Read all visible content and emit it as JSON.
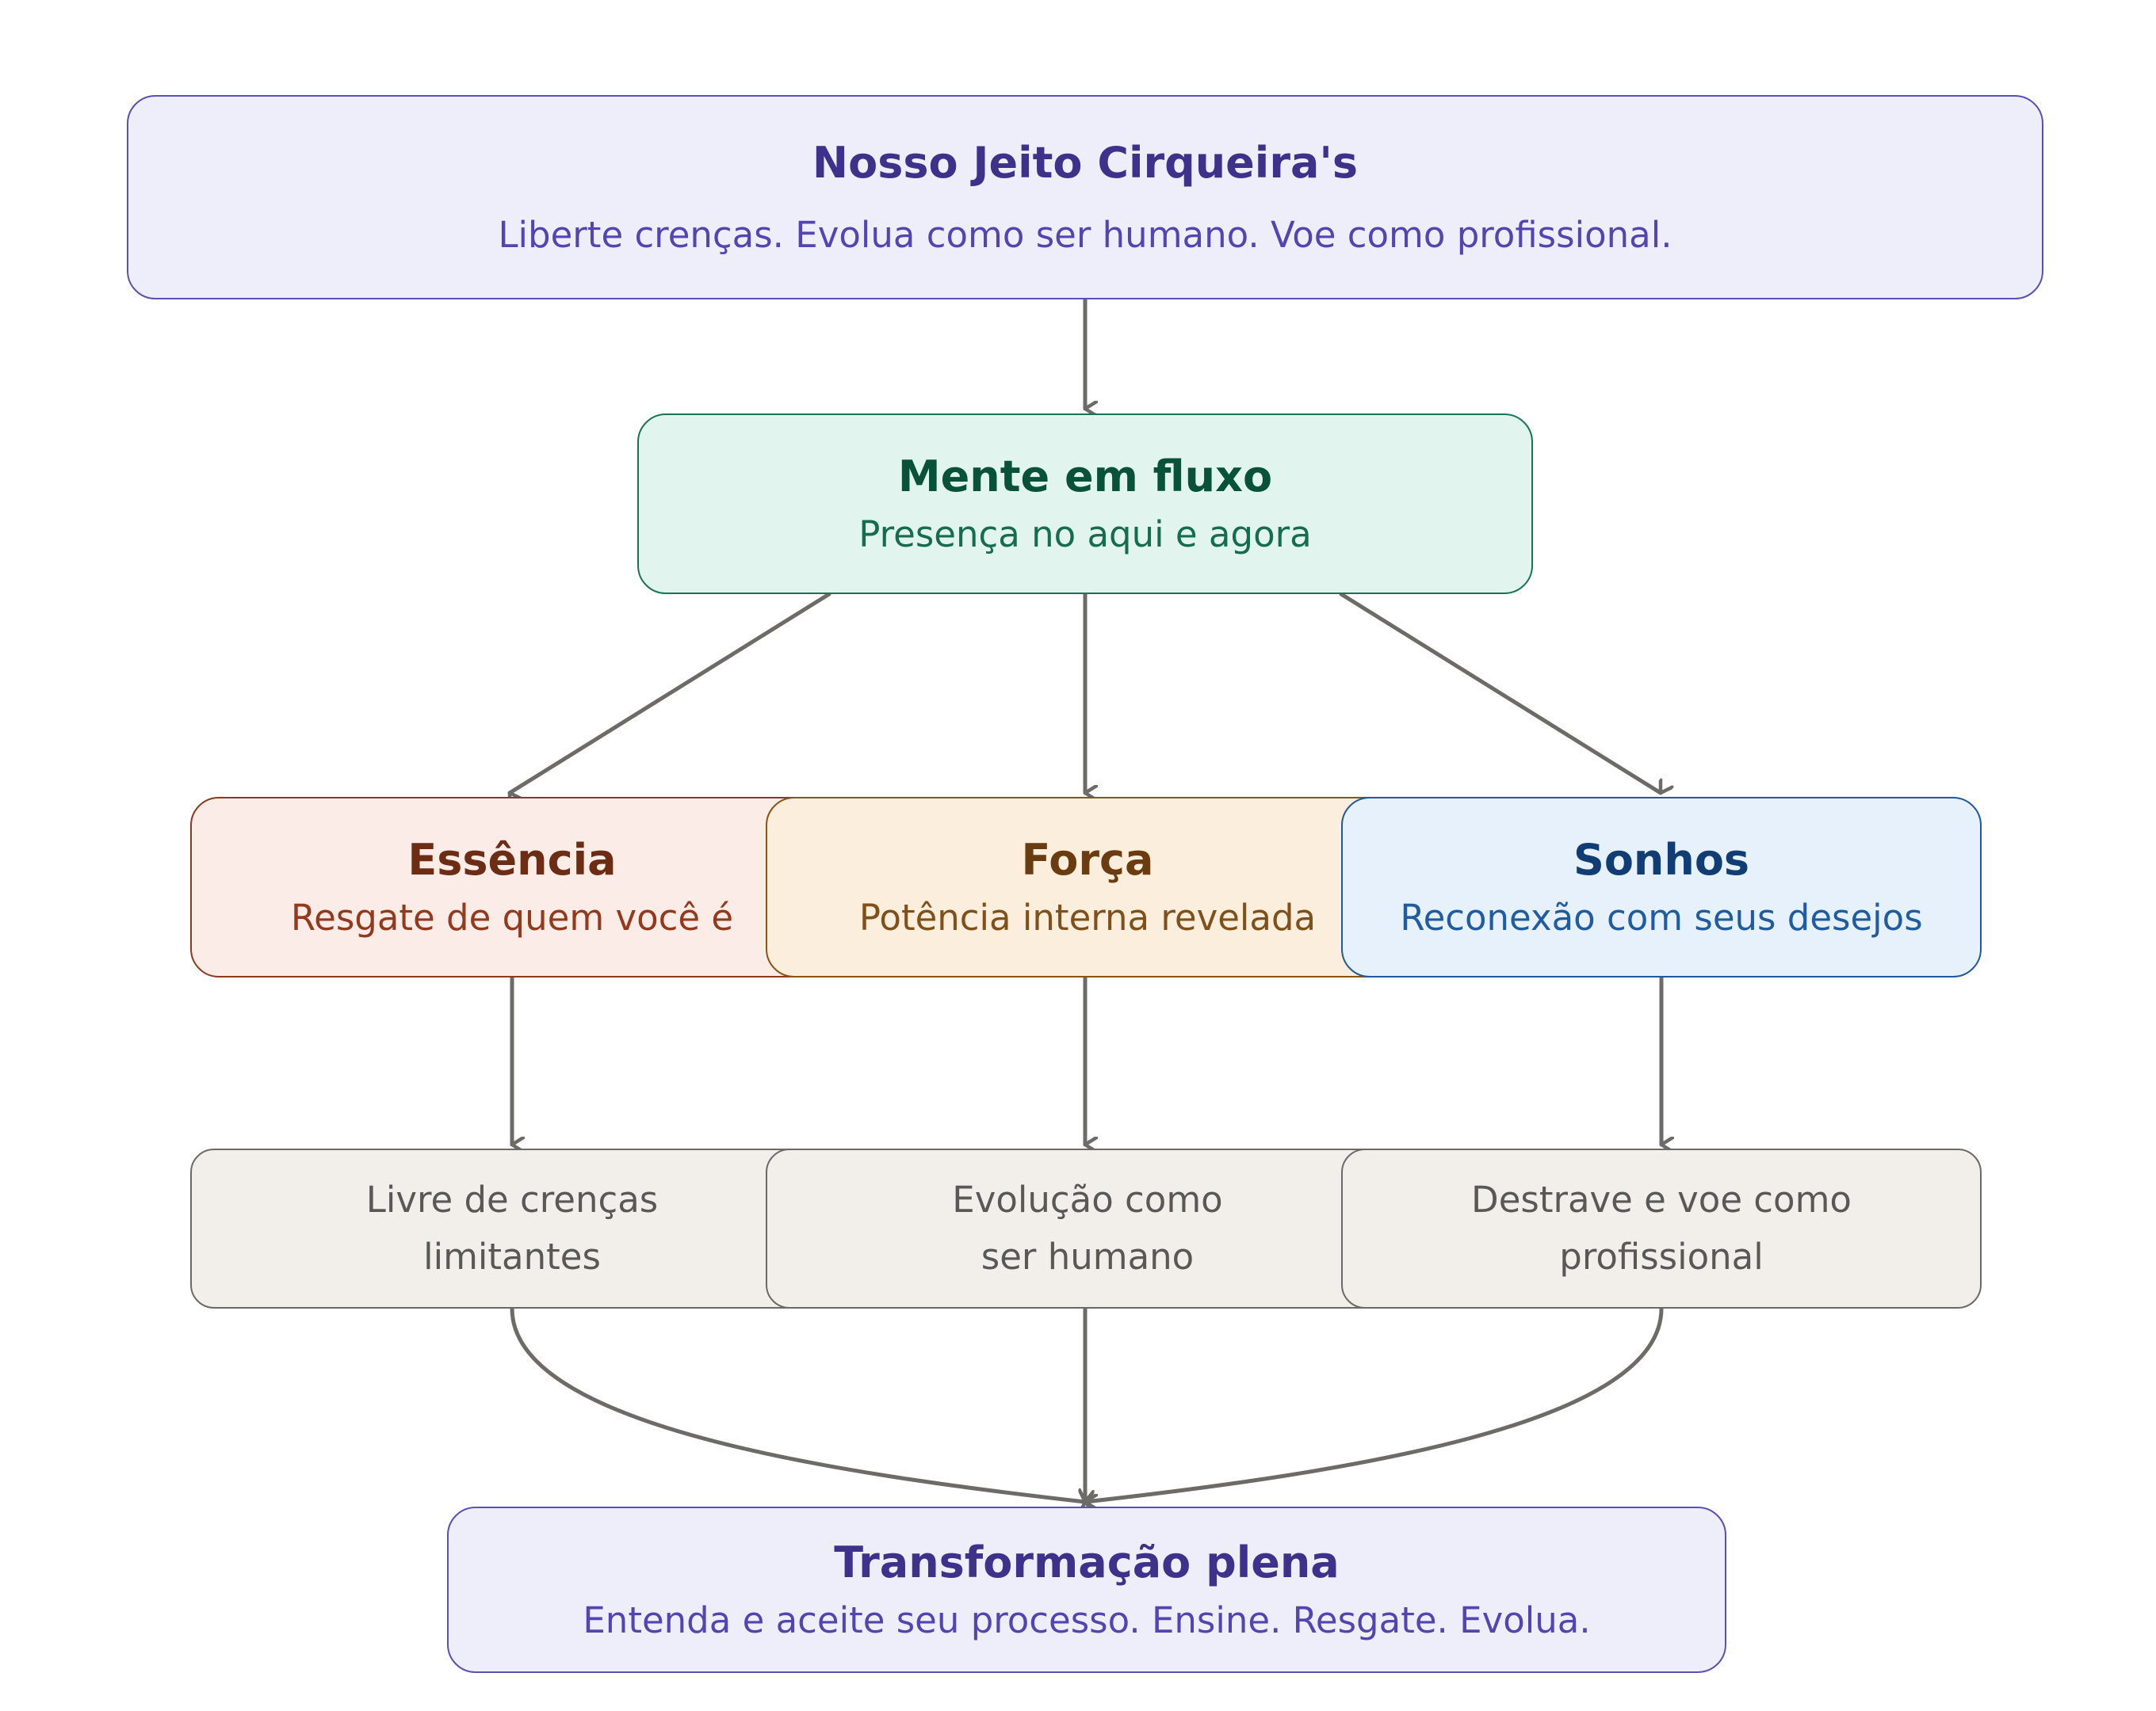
{
  "colors": {
    "connector": "#6c6b68",
    "top_fill": "#eeeefb",
    "mind_fill": "#e2f4ee",
    "essencia_fill": "#fbece8",
    "forca_fill": "#fbeedd",
    "sonhos_fill": "#e6f1fb",
    "outcome_fill": "#f2efea"
  },
  "top": {
    "title": "Nosso Jeito Cirqueira's",
    "subtitle": "Liberte crenças. Evolua como ser humano. Voe como profissional."
  },
  "mind": {
    "title": "Mente em fluxo",
    "subtitle": "Presença no aqui e agora"
  },
  "pillars": [
    {
      "title": "Essência",
      "subtitle": "Resgate de quem você é"
    },
    {
      "title": "Força",
      "subtitle": "Potência interna revelada"
    },
    {
      "title": "Sonhos",
      "subtitle": "Reconexão com seus desejos"
    }
  ],
  "outcomes": [
    {
      "text": "Livre de crenças\nlimitantes"
    },
    {
      "text": "Evolução como\nser humano"
    },
    {
      "text": "Destrave e voe como\nprofissional"
    }
  ],
  "bottom": {
    "title": "Transformação plena",
    "subtitle": "Entenda e aceite seu processo. Ensine. Resgate. Evolua."
  }
}
